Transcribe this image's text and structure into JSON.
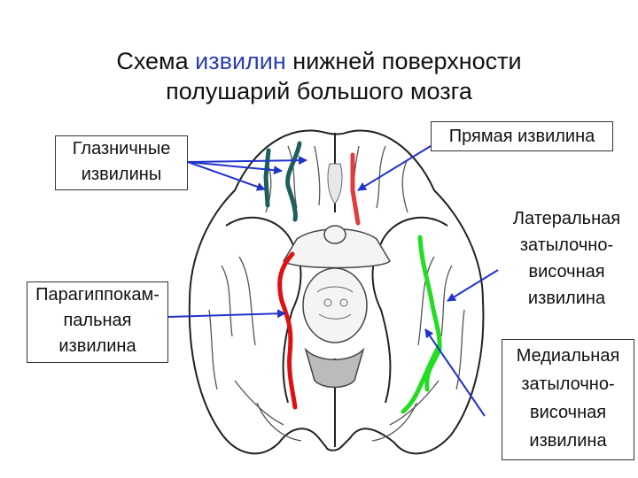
{
  "title": {
    "line1_pre": "Схема ",
    "line1_hl": "извилин",
    "line1_post": " нижней поверхности",
    "line2": "полушарий большого мозга"
  },
  "labels": {
    "orbital": [
      "Глазничные",
      "извилины"
    ],
    "straight": "Прямая извилина",
    "parahippocampal": [
      "Парагиппокам-",
      "пальная",
      "извилина"
    ],
    "lateral": [
      "Латеральная",
      "затылочно-",
      "височная",
      "извилина"
    ],
    "medial": [
      "Медиальная",
      "затылочно-",
      "височная",
      "извилина"
    ]
  },
  "colors": {
    "orbital_gyri": "#1d5f5a",
    "straight_gyrus": "#e23b3b",
    "parahippocampal_gyrus": "#e01010",
    "occipitotemporal_gyri": "#22dd22",
    "arrows": "#2233cc",
    "title_highlight": "#2a3fb0"
  }
}
